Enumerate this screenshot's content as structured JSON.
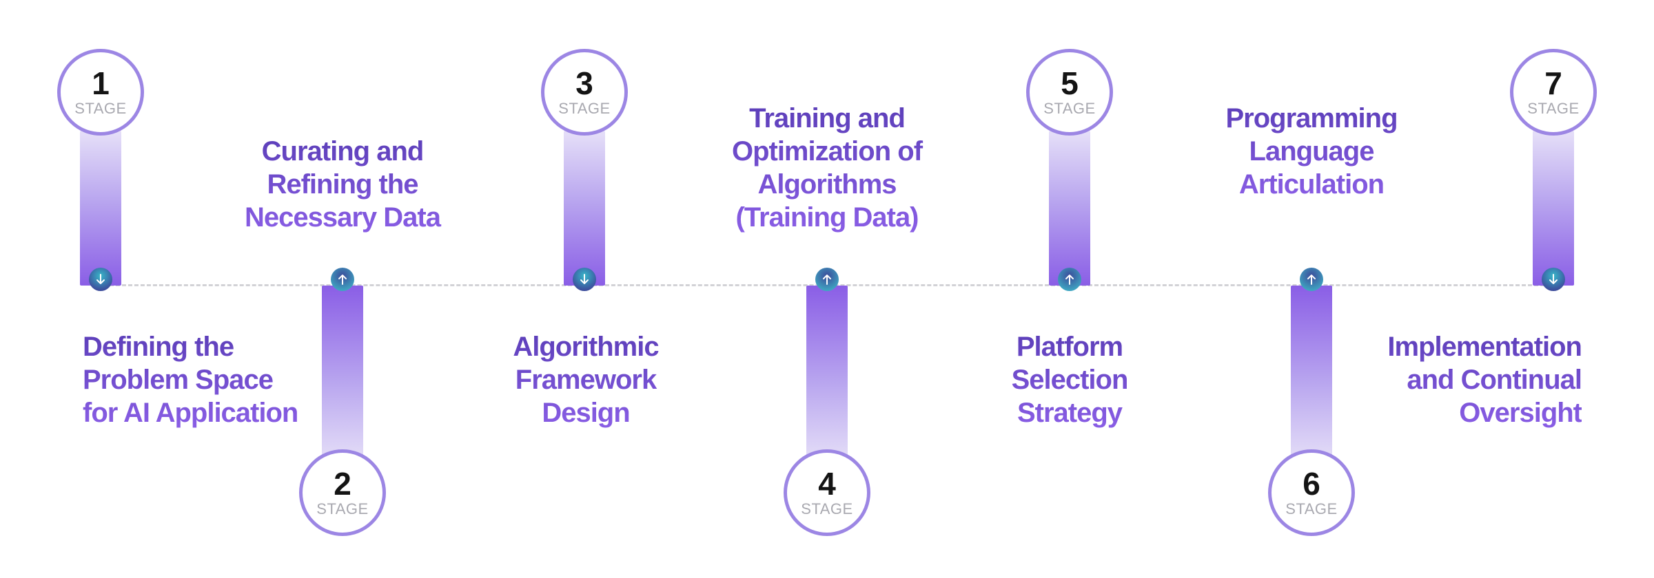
{
  "stage_word": "STAGE",
  "stages": [
    {
      "number": "1",
      "label": "Defining the\nProblem Space\nfor AI Application",
      "direction": "down",
      "circle": "top",
      "label_pos": "below",
      "arrow_icon": "arrow-down-icon"
    },
    {
      "number": "2",
      "label": "Curating and\nRefining the\nNecessary Data",
      "direction": "up",
      "circle": "bottom",
      "label_pos": "above",
      "arrow_icon": "arrow-up-icon"
    },
    {
      "number": "3",
      "label": "Algorithmic\nFramework\nDesign",
      "direction": "down",
      "circle": "top",
      "label_pos": "below",
      "arrow_icon": "arrow-down-icon"
    },
    {
      "number": "4",
      "label": "Training and\nOptimization of\nAlgorithms\n(Training Data)",
      "direction": "up",
      "circle": "bottom",
      "label_pos": "above",
      "arrow_icon": "arrow-up-icon"
    },
    {
      "number": "5",
      "label": "Platform\nSelection\nStrategy",
      "direction": "up",
      "circle": "top",
      "label_pos": "below",
      "arrow_icon": "arrow-up-icon"
    },
    {
      "number": "6",
      "label": "Programming\nLanguage\nArticulation",
      "direction": "up",
      "circle": "bottom",
      "label_pos": "above",
      "arrow_icon": "arrow-up-icon"
    },
    {
      "number": "7",
      "label": "Implementation\nand Continual\nOversight",
      "direction": "down",
      "circle": "top",
      "label_pos": "below",
      "arrow_icon": "arrow-down-icon"
    }
  ],
  "colors": {
    "circle_border": "#9c86e4",
    "bar_strong": "#8a5ee6",
    "bar_light": "#e6e0f8",
    "label_dark": "#5b3eb8",
    "label_light": "#8a5ee6",
    "number": "#141414",
    "stage_word": "#a9a9b0",
    "axis": "#d2d2d6",
    "dot_teal": "#38b6c8",
    "dot_navy": "#3c4d9c"
  }
}
